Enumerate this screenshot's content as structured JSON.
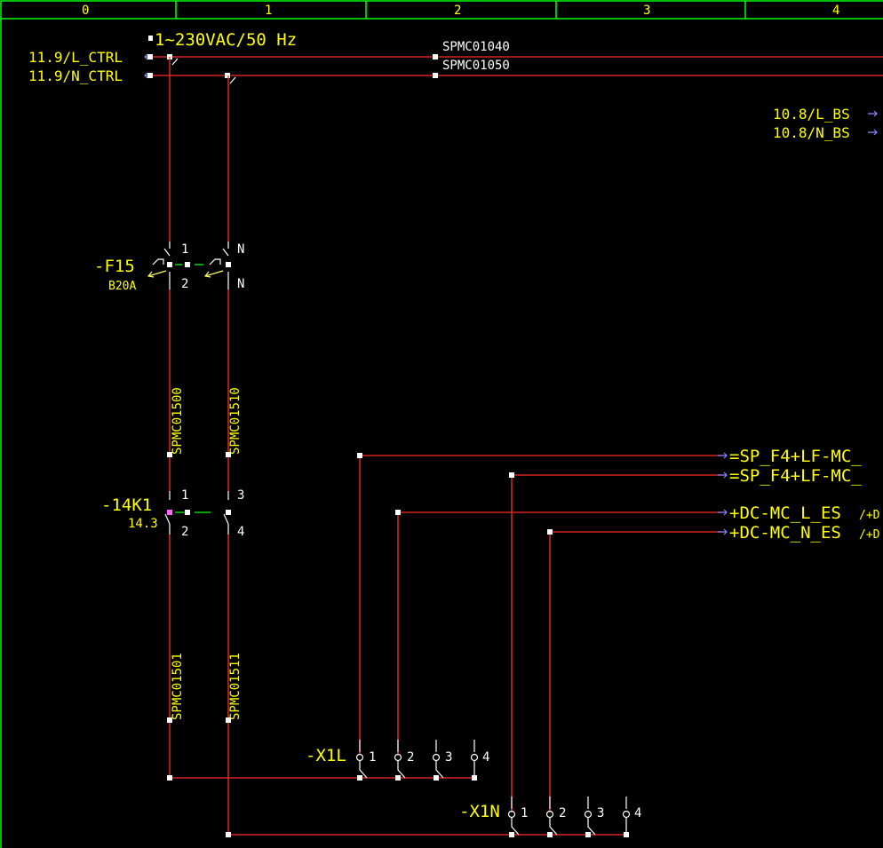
{
  "columns": [
    "0",
    "1",
    "2",
    "3",
    "4"
  ],
  "supply": {
    "label": "1~230VAC/50 Hz"
  },
  "signals": {
    "l_ctrl": "11.9/L_CTRL",
    "n_ctrl": "11.9/N_CTRL",
    "l_bs": "10.8/L_BS",
    "n_bs": "10.8/N_BS"
  },
  "wires": {
    "w1040": "SPMC01040",
    "w1050": "SPMC01050",
    "w1500": "SPMC01500",
    "w1510": "SPMC01510",
    "w1501": "SPMC01501",
    "w1511": "SPMC01511"
  },
  "breaker": {
    "tag": "-F15",
    "rating": "B20A",
    "pin_1": "1",
    "pin_2": "2",
    "pin_n_top": "N",
    "pin_n_bottom": "N"
  },
  "contactor": {
    "tag": "-14K1",
    "ref": "14.3",
    "pin_1": "1",
    "pin_2": "2",
    "pin_3": "3",
    "pin_4": "4"
  },
  "outputs": {
    "o1": "=SP_F4+LF-MC_",
    "o2": "=SP_F4+LF-MC_",
    "o3": "+DC-MC_L_ES",
    "o3_suffix": "/+D",
    "o4": "+DC-MC_N_ES",
    "o4_suffix": "/+D"
  },
  "terminal_l": {
    "tag": "-X1L",
    "pins": [
      "1",
      "2",
      "3",
      "4"
    ]
  },
  "terminal_n": {
    "tag": "-X1N",
    "pins": [
      "1",
      "2",
      "3",
      "4"
    ]
  },
  "colors": {
    "background": "#000000",
    "wire": "#ff2a2a",
    "text": "#ffff00",
    "frame": "#00ff00",
    "node": "#ffffff"
  }
}
